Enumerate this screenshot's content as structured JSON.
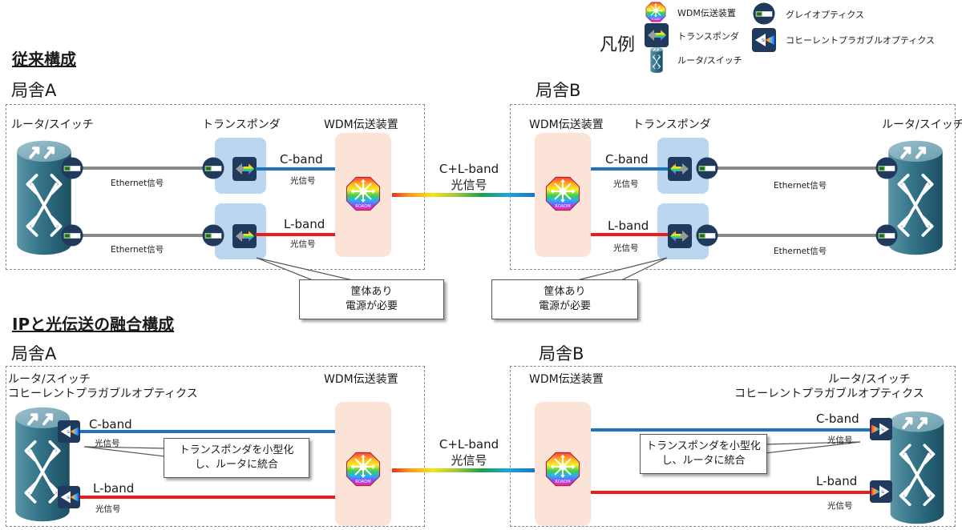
{
  "legend": {
    "title": "凡例",
    "items": [
      {
        "icon": "wdm-roadm-icon",
        "label": "WDM伝送装置"
      },
      {
        "icon": "transponder-icon",
        "label": "トランスポンダ"
      },
      {
        "icon": "router-switch-icon",
        "label": "ルータ/スイッチ"
      },
      {
        "icon": "gray-optics-icon",
        "label": "グレイオプティクス"
      },
      {
        "icon": "coherent-pluggable-optics-icon",
        "label": "コヒーレントプラガブルオプティクス"
      }
    ]
  },
  "conventional": {
    "title": "従来構成",
    "site_a": {
      "label": "局舎A",
      "router_label": "ルータ/スイッチ",
      "transponder_label": "トランスポンダ",
      "wdm_label": "WDM伝送装置",
      "ethernet_top": "Ethernet信号",
      "ethernet_bottom": "Ethernet信号",
      "c_band": "C-band",
      "c_band_sig": "光信号",
      "l_band": "L-band",
      "l_band_sig": "光信号"
    },
    "link": {
      "band": "C+L-band",
      "sig": "光信号"
    },
    "site_b": {
      "label": "局舎B",
      "router_label": "ルータ/スイッチ",
      "transponder_label": "トランスポンダ",
      "wdm_label": "WDM伝送装置",
      "ethernet_top": "Ethernet信号",
      "ethernet_bottom": "Ethernet信号",
      "c_band": "C-band",
      "c_band_sig": "光信号",
      "l_band": "L-band",
      "l_band_sig": "光信号"
    },
    "callout_a": {
      "line1": "筐体あり",
      "line2": "電源が必要"
    },
    "callout_b": {
      "line1": "筐体あり",
      "line2": "電源が必要"
    }
  },
  "converged": {
    "title": "IPと光伝送の融合構成",
    "site_a": {
      "label": "局舎A",
      "router_label_1": "ルータ/スイッチ",
      "router_label_2": "コヒーレントプラガブルオプティクス",
      "wdm_label": "WDM伝送装置",
      "c_band": "C-band",
      "c_band_sig": "光信号",
      "l_band": "L-band",
      "l_band_sig": "光信号"
    },
    "link": {
      "band": "C+L-band",
      "sig": "光信号"
    },
    "site_b": {
      "label": "局舎B",
      "router_label_1": "ルータ/スイッチ",
      "router_label_2": "コヒーレントプラガブルオプティクス",
      "wdm_label": "WDM伝送装置",
      "c_band": "C-band",
      "c_band_sig": "光信号",
      "l_band": "L-band",
      "l_band_sig": "光信号"
    },
    "callout_a": {
      "line1": "トランスポンダを小型化",
      "line2": "し、ルータに統合"
    },
    "callout_b": {
      "line1": "トランスポンダを小型化",
      "line2": "し、ルータに統合"
    }
  },
  "colors": {
    "c_band": "#1d72c2",
    "l_band": "#ee1b1b",
    "ethernet": "#8a8a8a",
    "router_body": "#2c6a80",
    "optic_navy": "#1f3a5c",
    "wdm_bg": "#fbe3d8",
    "transponder_bg": "#bcd6f0"
  }
}
